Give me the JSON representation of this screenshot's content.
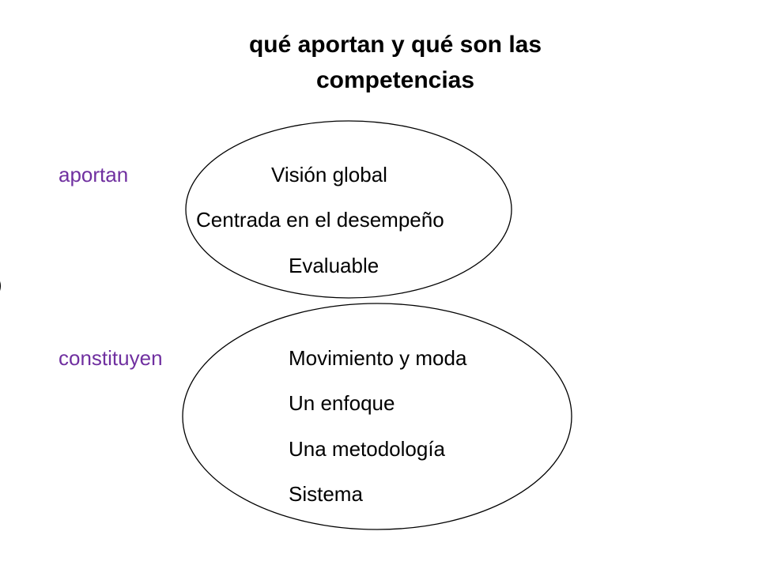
{
  "title": {
    "line1": "qué aportan y qué son las",
    "line2": "competencias"
  },
  "colors": {
    "label": "#7030a0",
    "text": "#000000",
    "outline": "#000000"
  },
  "groups": [
    {
      "label": "aportan",
      "items": [
        "Visión global",
        "Centrada en el desempeño",
        "Evaluable"
      ]
    },
    {
      "label": "constituyen",
      "items": [
        "Movimiento y moda",
        "Un enfoque",
        "Una metodología",
        "Sistema"
      ]
    }
  ]
}
